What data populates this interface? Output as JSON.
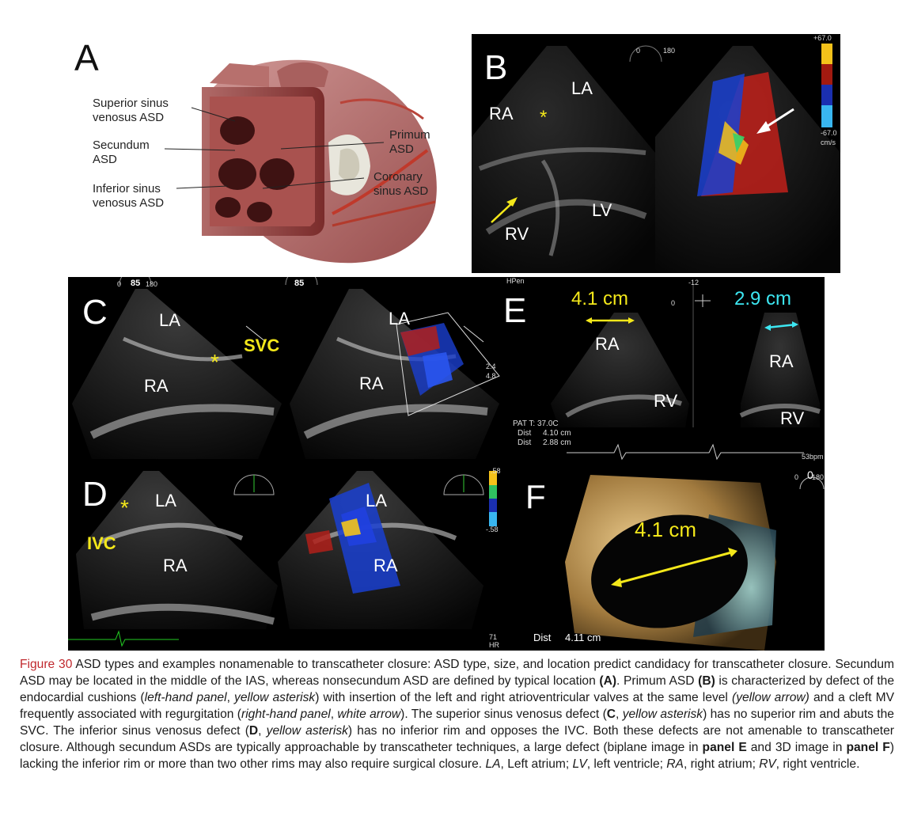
{
  "panel_a": {
    "letter": "A",
    "labels": {
      "superior_sinus_1": "Superior sinus",
      "superior_sinus_2": "venosus ASD",
      "secundum_1": "Secundum",
      "secundum_2": "ASD",
      "inferior_sinus_1": "Inferior sinus",
      "inferior_sinus_2": "venosus ASD",
      "primum_1": "Primum",
      "primum_2": "ASD",
      "coronary_1": "Coronary",
      "coronary_2": "sinus ASD"
    }
  },
  "panel_b": {
    "letter": "B",
    "la": "LA",
    "ra": "RA",
    "lv": "LV",
    "rv": "RV",
    "asterisk": "*",
    "scale_top": "+67.0",
    "scale_bottom": "-67.0",
    "scale_unit": "cm/s",
    "angle_0": "0",
    "angle_180": "180"
  },
  "panel_c": {
    "letter": "C",
    "la_left": "LA",
    "ra_left": "RA",
    "svc": "SVC",
    "asterisk": "*",
    "la_right": "LA",
    "ra_right": "RA",
    "angle": "85",
    "angle_0": "0",
    "angle_180": "180",
    "scale_1": "2.4",
    "scale_2": "4.8"
  },
  "panel_d": {
    "letter": "D",
    "la_left": "LA",
    "ra_left": "RA",
    "ivc": "IVC",
    "asterisk": "*",
    "la_right": "LA",
    "ra_right": "RA",
    "scale_top": ".58",
    "scale_bottom": "-.58",
    "hr_value": "71",
    "hr_label": "HR"
  },
  "panel_e": {
    "letter": "E",
    "meas_left": "4.1 cm",
    "meas_right": "2.9 cm",
    "ra_left": "RA",
    "rv_left": "RV",
    "ra_right": "RA",
    "rv_right": "RV",
    "hpen": "HPen",
    "pat_t": "PAT T: 37.0C",
    "dist1_label": "Dist",
    "dist1_value": "4.10 cm",
    "dist2_label": "Dist",
    "dist2_value": "2.88 cm",
    "bpm": "53bpm",
    "angle": "-12",
    "angle_0": "0"
  },
  "panel_f": {
    "letter": "F",
    "meas": "4.1 cm",
    "dist_label": "Dist",
    "dist_value": "4.11 cm",
    "angle_0": "0",
    "angle_mid": "0",
    "angle_180": "180"
  },
  "caption": {
    "figure_label": "Figure 30",
    "p1": " ASD types and examples nonamenable to transcatheter closure: ASD type, size, and location predict candidacy for transcatheter closure. Secundum ASD may be located in the middle of the IAS, whereas nonsecundum ASD are defined by typical location ",
    "a": "(A)",
    "p2": ". Primum ASD ",
    "b": "(B)",
    "p3": " is characterized by defect of the endocardial cushions (",
    "lhp": "left-hand panel",
    "comma1": ", ",
    "ya1": "yellow asterisk",
    "p4": ") with insertion of the left and right atrioventricular valves at the same level ",
    "yarrow": "(yellow arrow)",
    "p5": " and a cleft MV frequently associated with regurgitation (",
    "rhp": "right-hand panel",
    "comma2": ", ",
    "warrow": "white arrow",
    "p6": "). The superior sinus venosus defect (",
    "c": "C",
    "comma3": ", ",
    "ya2": "yellow asterisk",
    "p7": ") has no superior rim and abuts the SVC. The inferior sinus venosus defect (",
    "d": "D",
    "comma4": ", ",
    "ya3": "yellow asterisk",
    "p8": ") has no inferior rim and opposes the IVC. Both these defects are not amenable to transcatheter closure. Although secundum ASDs are typically approachable by transcatheter techniques, a large defect (biplane image in ",
    "panel_e": "panel E",
    "p9": " and 3D image in ",
    "panel_f": "panel F",
    "p10": ") lacking the inferior rim or more than two other rims may also require surgical closure. ",
    "la_abbr": "LA",
    "p11": ", Left atrium; ",
    "lv_abbr": "LV",
    "p12": ", left ventricle; ",
    "ra_abbr": "RA",
    "p13": ", right atrium; ",
    "rv_abbr": "RV",
    "p14": ", right ventricle."
  },
  "colors": {
    "figure_label": "#c0282d",
    "annotation_yellow": "#f4e81a",
    "annotation_cyan": "#3de7f2",
    "doppler_red": "#c0201a",
    "doppler_blue": "#1a3fd0"
  }
}
